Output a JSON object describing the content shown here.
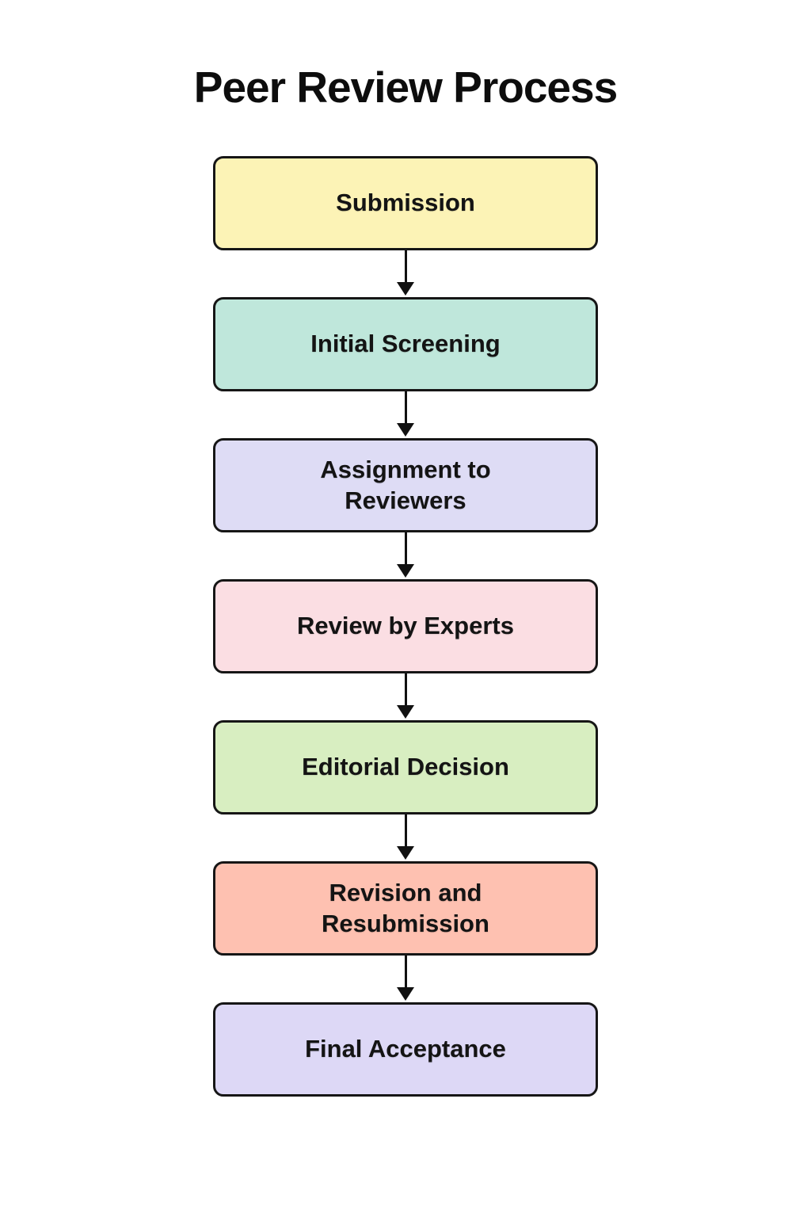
{
  "page": {
    "title": "Peer Review Process",
    "background": "#ffffff"
  },
  "diagram": {
    "type": "flowchart",
    "direction": "top-to-bottom",
    "node_border_color": "#161616",
    "node_text_color": "#141414",
    "arrow_color": "#111111",
    "nodes": [
      {
        "id": "submission",
        "label": "Submission",
        "fill": "#FCF3B6"
      },
      {
        "id": "initial-screening",
        "label": "Initial Screening",
        "fill": "#BFE7DB"
      },
      {
        "id": "assignment-to-reviewers",
        "label": "Assignment to\nReviewers",
        "fill": "#DEDCF5"
      },
      {
        "id": "review-by-experts",
        "label": "Review by Experts",
        "fill": "#FBDEE3"
      },
      {
        "id": "editorial-decision",
        "label": "Editorial Decision",
        "fill": "#D8EEC1"
      },
      {
        "id": "revision-and-resubmission",
        "label": "Revision and\nResubmission",
        "fill": "#FEC1B1"
      },
      {
        "id": "final-acceptance",
        "label": "Final Acceptance",
        "fill": "#DDD8F6"
      }
    ],
    "edges": [
      {
        "from": "submission",
        "to": "initial-screening"
      },
      {
        "from": "initial-screening",
        "to": "assignment-to-reviewers"
      },
      {
        "from": "assignment-to-reviewers",
        "to": "review-by-experts"
      },
      {
        "from": "review-by-experts",
        "to": "editorial-decision"
      },
      {
        "from": "editorial-decision",
        "to": "revision-and-resubmission"
      },
      {
        "from": "revision-and-resubmission",
        "to": "final-acceptance"
      }
    ]
  }
}
